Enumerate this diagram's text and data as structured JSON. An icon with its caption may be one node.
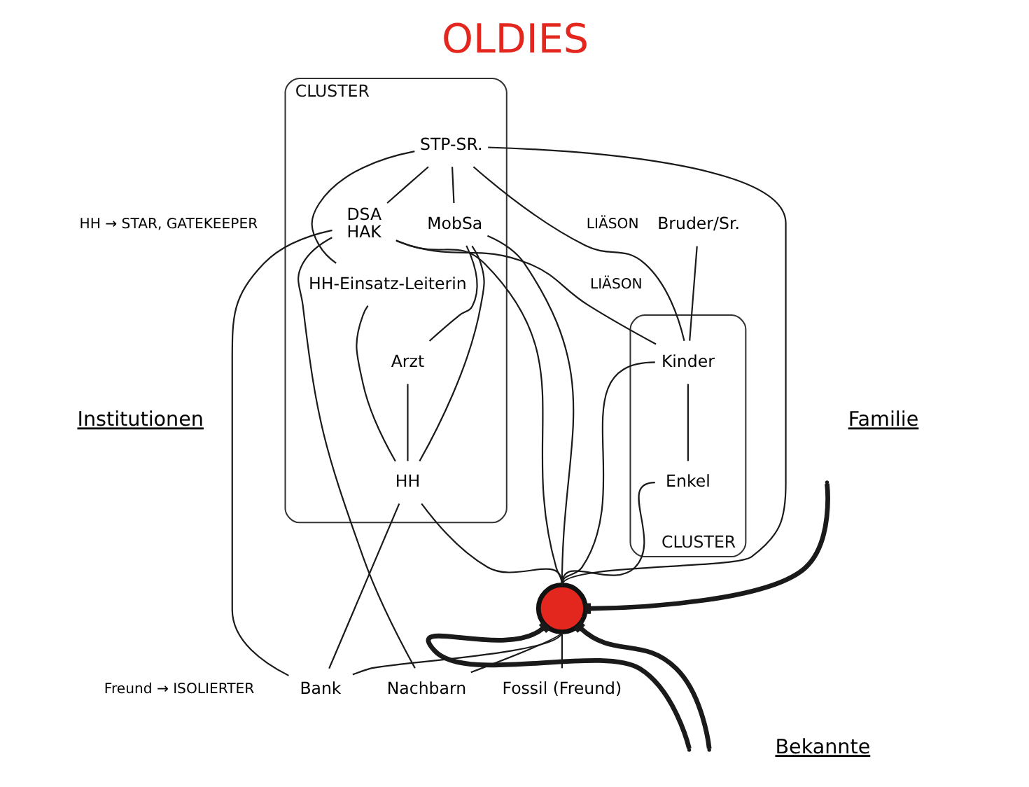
{
  "diagram": {
    "title": "OLDIES",
    "nodes": [
      {
        "text": [
          "Bruder/Sr."
        ]
      },
      {
        "text": [
          "CLUSTER"
        ]
      },
      {
        "text": [
          "STP-SR."
        ],
        "in": 1
      },
      {
        "text": [
          "HH-Einsatz-Leiterin"
        ],
        "in": 1
      },
      {
        "text": [
          "MobSa"
        ],
        "in": 1
      },
      {
        "text": [
          "DSA",
          "HAK"
        ],
        "in": 1
      },
      {
        "text": [
          "HH"
        ],
        "in": 1
      },
      {
        "text": [
          "Arzt"
        ],
        "in": 1
      },
      {
        "text": [
          "CLUSTER"
        ]
      },
      {
        "text": [
          "Kinder"
        ],
        "in": 8
      },
      {
        "text": [
          "Enkel"
        ],
        "in": 8
      },
      {
        "text": [],
        "shape": "circle"
      },
      {
        "text": [
          "Bank"
        ]
      },
      {
        "text": [
          "Fossil (Freund)"
        ]
      },
      {
        "text": [
          "Nachbarn"
        ]
      }
    ],
    "edges": [
      {
        "from": null,
        "to": 11,
        "arrow": "other",
        "style": "thick"
      },
      {
        "from": null,
        "to": 11,
        "arrow": "other",
        "style": "thick"
      },
      {
        "from": null,
        "to": 11,
        "arrow": "other",
        "style": "thick"
      },
      {
        "from": 2,
        "to": 5,
        "arrow": "none"
      },
      {
        "from": 2,
        "to": 4,
        "arrow": "none"
      },
      {
        "from": 2,
        "to": 3,
        "arrow": "none"
      },
      {
        "from": 2,
        "to": 9,
        "arrow": "none",
        "label": "LIÄSON"
      },
      {
        "from": 2,
        "to": 11,
        "arrow": "none"
      },
      {
        "from": 3,
        "to": 6,
        "arrow": "none"
      },
      {
        "from": 4,
        "to": 7,
        "arrow": "none"
      },
      {
        "from": 4,
        "to": 6,
        "arrow": "none"
      },
      {
        "from": 4,
        "to": 11,
        "arrow": "none"
      },
      {
        "from": 5,
        "to": 9,
        "arrow": "none",
        "label": "LIÄSON"
      },
      {
        "from": 5,
        "to": 11,
        "arrow": "none"
      },
      {
        "from": 5,
        "to": 12,
        "arrow": "none"
      },
      {
        "from": 5,
        "to": 14,
        "arrow": "none"
      },
      {
        "from": 7,
        "to": 6,
        "arrow": "none"
      },
      {
        "from": 6,
        "to": 11,
        "arrow": "none"
      },
      {
        "from": 6,
        "to": 12,
        "arrow": "none"
      },
      {
        "from": 11,
        "to": 12,
        "arrow": "none"
      },
      {
        "from": 0,
        "to": 9,
        "arrow": "none"
      },
      {
        "from": 9,
        "to": 10,
        "arrow": "none"
      },
      {
        "from": 9,
        "to": 11,
        "arrow": "none"
      },
      {
        "from": 10,
        "to": 11,
        "arrow": "none"
      },
      {
        "from": 11,
        "to": 13,
        "arrow": "none"
      },
      {
        "from": 11,
        "to": 14,
        "arrow": "none"
      }
    ],
    "labels": [
      "Institutionen",
      "Familie",
      "HH → STAR, GATEKEEPER",
      "Freund → ISOLIERTER",
      "Bekannte"
    ]
  }
}
